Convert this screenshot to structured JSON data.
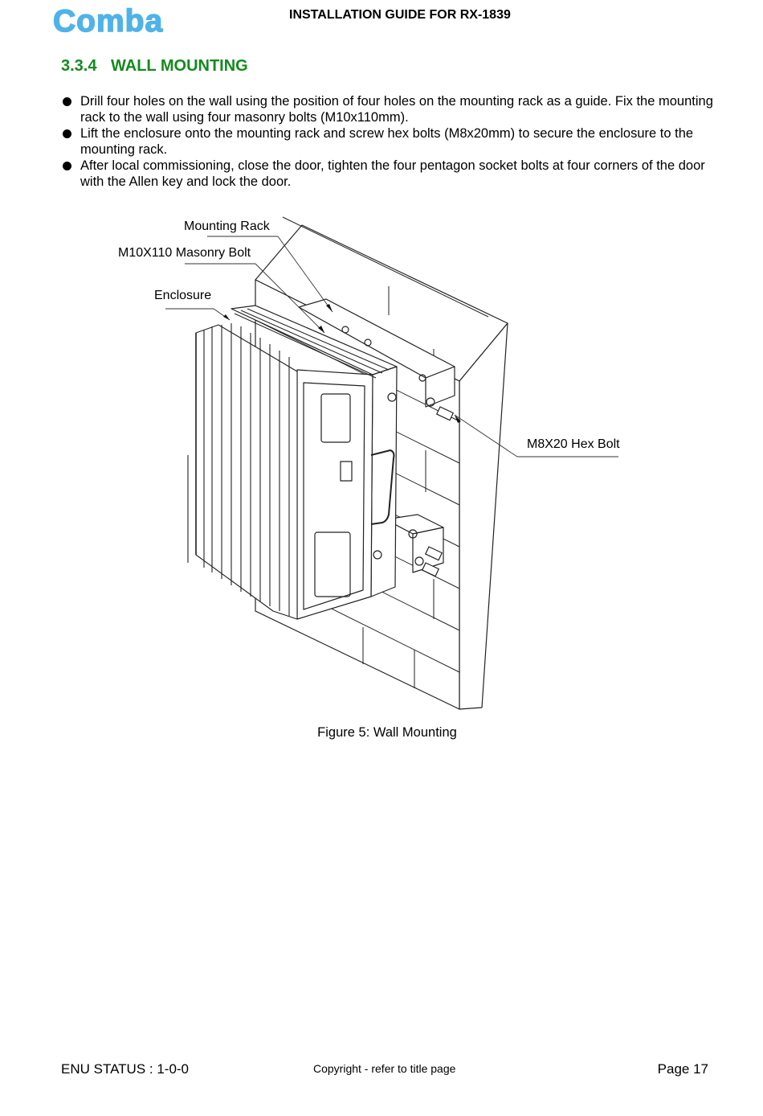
{
  "header": {
    "logo_text": "Comba",
    "title": "INSTALLATION GUIDE FOR RX-1839"
  },
  "section": {
    "number": "3.3.4",
    "title": "WALL MOUNTING"
  },
  "bullets": [
    "Drill four holes on the wall using the position of four holes on the mounting rack as a guide. Fix the mounting rack to the wall using four masonry bolts (M10x110mm).",
    "Lift the enclosure onto the mounting rack and screw hex bolts (M8x20mm) to secure the enclosure to the mounting rack.",
    "After local commissioning, close the door, tighten the four pentagon socket bolts at four corners of the door with the Allen key and lock the door."
  ],
  "figure": {
    "labels": {
      "mounting_rack": "Mounting Rack",
      "masonry_bolt": "M10X110 Masonry Bolt",
      "enclosure": "Enclosure",
      "hex_bolt": "M8X20 Hex Bolt"
    },
    "caption": "Figure 5: Wall Mounting"
  },
  "footer": {
    "status": "ENU STATUS : 1-0-0",
    "copyright": "Copyright - refer to title page",
    "page": "Page 17"
  },
  "colors": {
    "heading": "#148a1e",
    "logo": "#4fb3e8"
  }
}
